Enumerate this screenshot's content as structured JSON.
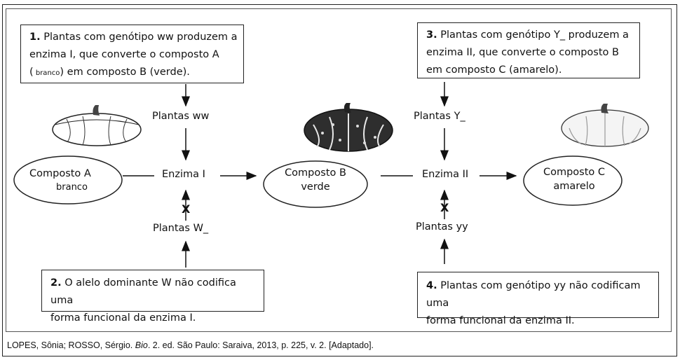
{
  "notes": {
    "n1": {
      "num": "1.",
      "line1": "Plantas com genótipo ww produzem a",
      "line2": "enzima I, que converte o composto A",
      "line3_open": "(",
      "line3_small": " branco",
      "line3_close": ") em composto B (verde)."
    },
    "n2": {
      "num": "2.",
      "line1": "O alelo dominante W não codifica uma",
      "line2": "forma funcional da enzima I."
    },
    "n3": {
      "num": "3.",
      "line1": "Plantas com genótipo Y_ produzem a",
      "line2": "enzima II, que converte o composto B",
      "line3": "em composto C (amarelo)."
    },
    "n4": {
      "num": "4.",
      "line1": "Plantas com genótipo yy não codificam uma",
      "line2": "forma funcional da enzima II."
    }
  },
  "labels": {
    "plantas_ww": "Plantas ww",
    "enzima_1": "Enzima I",
    "plantas_W": "Plantas W_",
    "plantas_Y": "Plantas Y_",
    "enzima_2": "Enzima II",
    "plantas_yy": "Plantas yy",
    "block_mark": "X"
  },
  "compounds": {
    "a": {
      "name": "Composto A",
      "color": "branco"
    },
    "b": {
      "name": "Composto B",
      "color": "verde"
    },
    "c": {
      "name": "Composto C",
      "color": "amarelo"
    }
  },
  "citation": {
    "authors": "LOPES, Sônia; ROSSO, Sérgio.",
    "title": "Bio",
    "rest": ". 2. ed. São Paulo: Saraiva, 2013, p. 225, v. 2. [Adaptado]."
  }
}
